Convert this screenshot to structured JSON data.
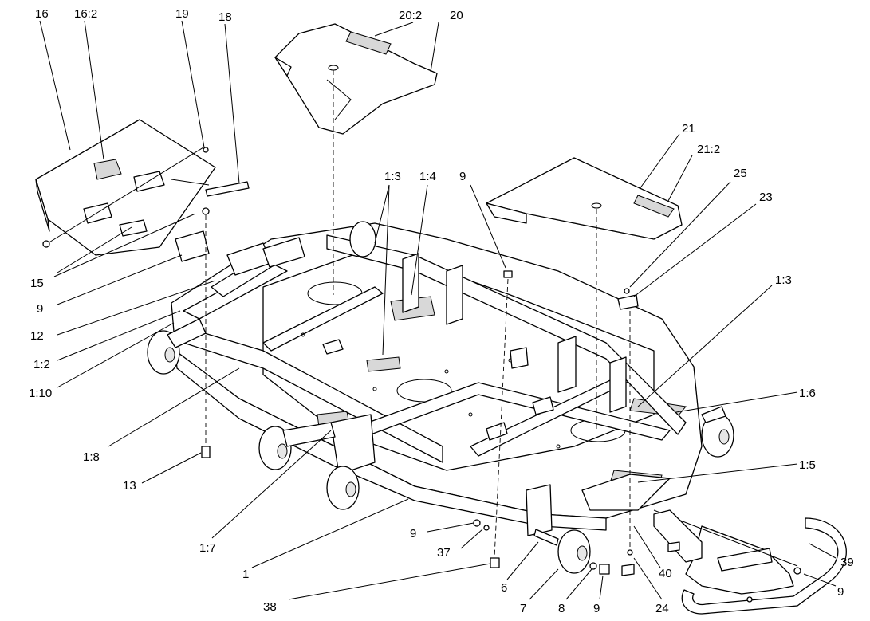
{
  "callouts": {
    "c16": "16",
    "c16_2": "16:2",
    "c19": "19",
    "c18": "18",
    "c20_2": "20:2",
    "c20": "20",
    "c21": "21",
    "c21_2": "21:2",
    "c25": "25",
    "c23": "23",
    "c1_3a": "1:3",
    "c1_4": "1:4",
    "c9": "9",
    "c1_3b": "1:3",
    "c1_6": "1:6",
    "c1_5": "1:5",
    "c15": "15",
    "c12": "12",
    "c1_2": "1:2",
    "c1_10": "1:10",
    "c1_8": "1:8",
    "c13": "13",
    "c1_7": "1:7",
    "c1": "1",
    "c37": "37",
    "c38": "38",
    "c6": "6",
    "c7": "7",
    "c8": "8",
    "c24": "24",
    "c40": "40",
    "c39": "39"
  }
}
